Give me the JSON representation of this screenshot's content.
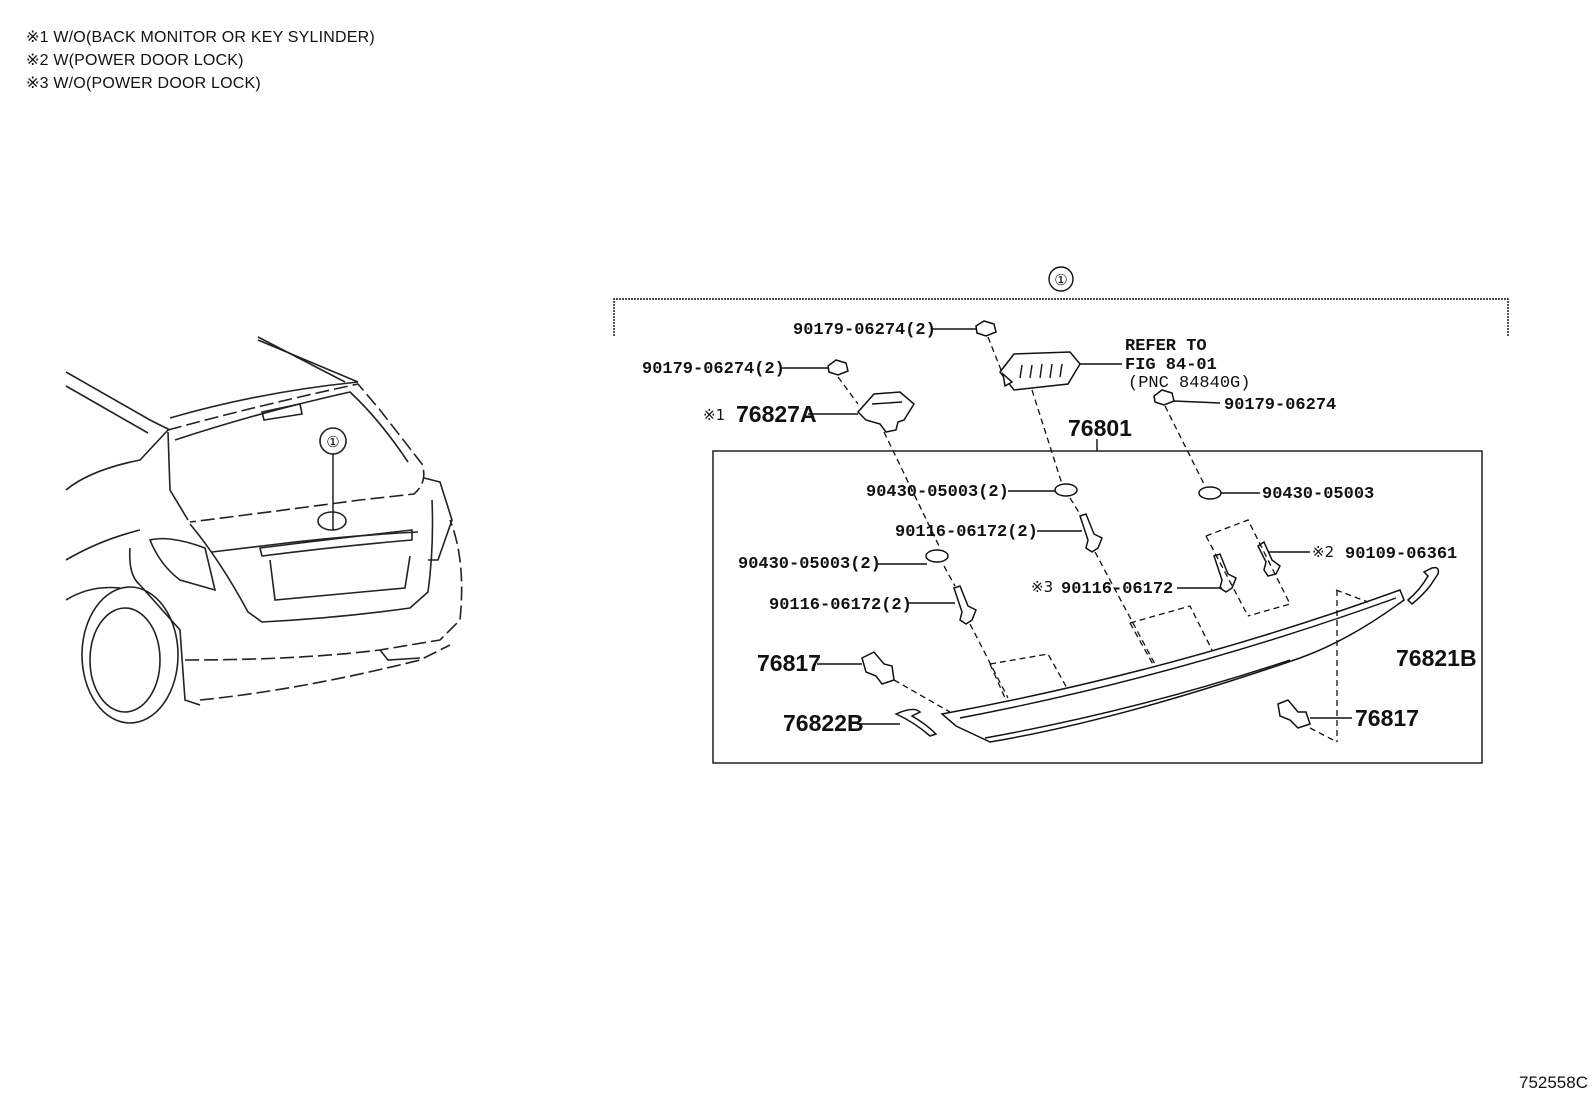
{
  "notes": [
    "※1 W/O(BACK MONITOR OR KEY SYLINDER)",
    "※2 W(POWER DOOR LOCK)",
    "※3 W/O(POWER DOOR LOCK)"
  ],
  "assembly_marker": "①",
  "car_marker": "①",
  "refer": {
    "line1": "REFER TO",
    "line2": "FIG 84-01",
    "line3": "(PNC 84840G)"
  },
  "labels": {
    "nut_top": "90179-06274(2)",
    "nut_left": "90179-06274(2)",
    "nut_right": "90179-06274",
    "camera_mark": "※1",
    "camera": "76827A",
    "garnish": "76801",
    "washer_center": "90430-05003(2)",
    "washer_right": "90430-05003",
    "screw_center": "90116-06172(2)",
    "washer_left": "90430-05003(2)",
    "screw_left": "90116-06172(2)",
    "screw_mid_mark": "※3",
    "screw_mid": "90116-06172",
    "screw_right_mark": "※2",
    "screw_right": "90109-06361",
    "clip_left": "76817",
    "clip_right": "76817",
    "end_left": "76822B",
    "end_right": "76821B"
  },
  "diagram_id": "752558C"
}
